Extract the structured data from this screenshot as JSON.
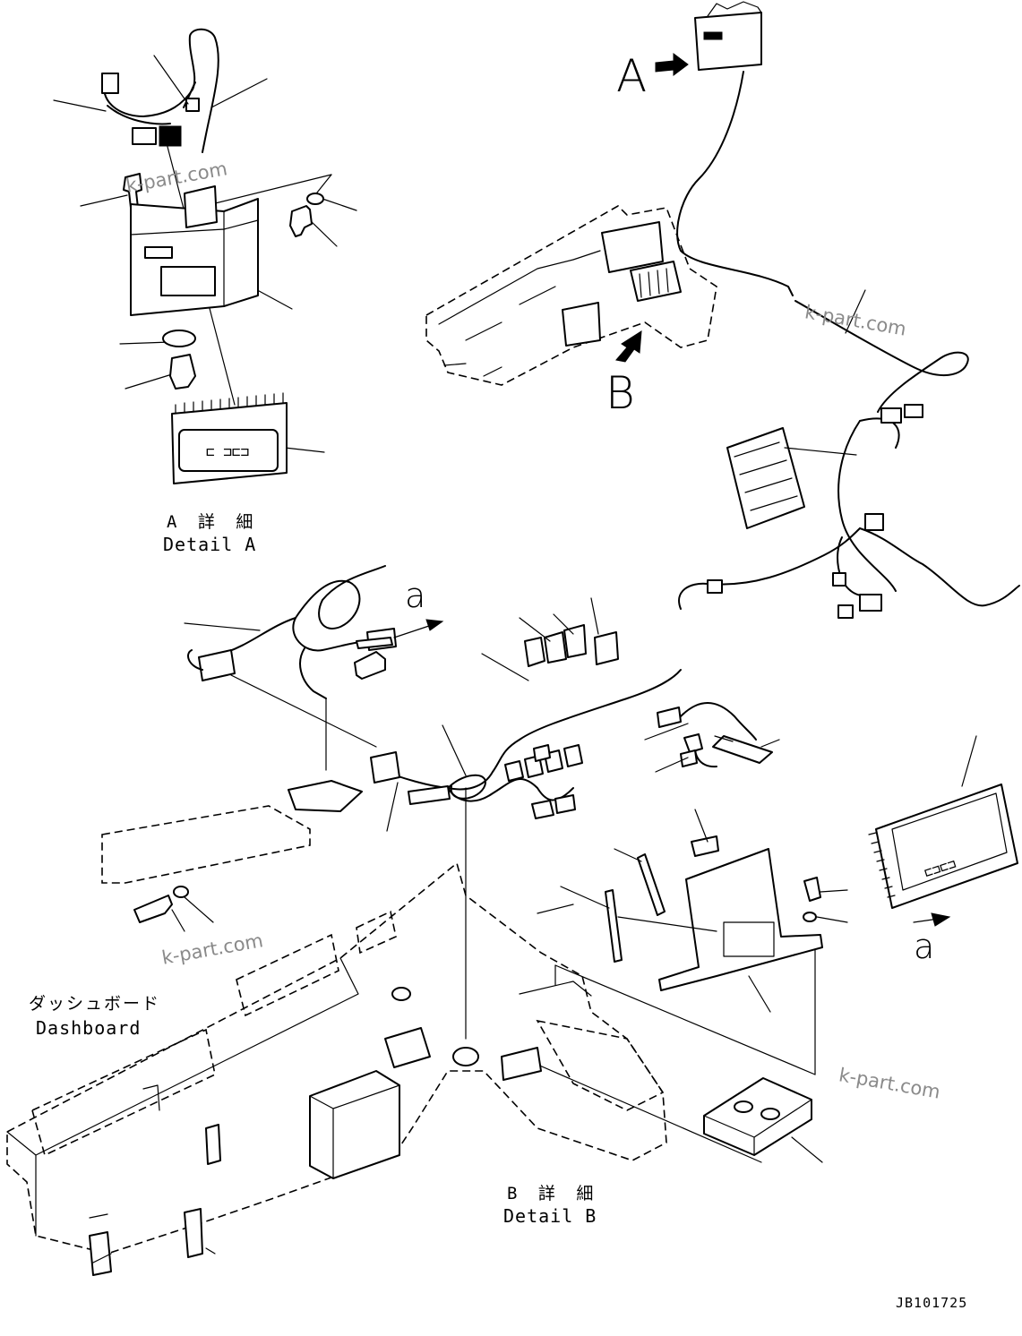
{
  "views": {
    "arrow_a": "A",
    "arrow_b": "B"
  },
  "details": {
    "a_jp": "A 詳 細",
    "a_en": "Detail A",
    "b_jp": "B 詳 細",
    "b_en": "Detail B"
  },
  "dashboard": {
    "jp": "ダッシュボード",
    "en": "Dashboard"
  },
  "connectors": {
    "upper": "a",
    "lower": "a"
  },
  "watermark": "k-part.com",
  "drawing_code": "JB101725"
}
